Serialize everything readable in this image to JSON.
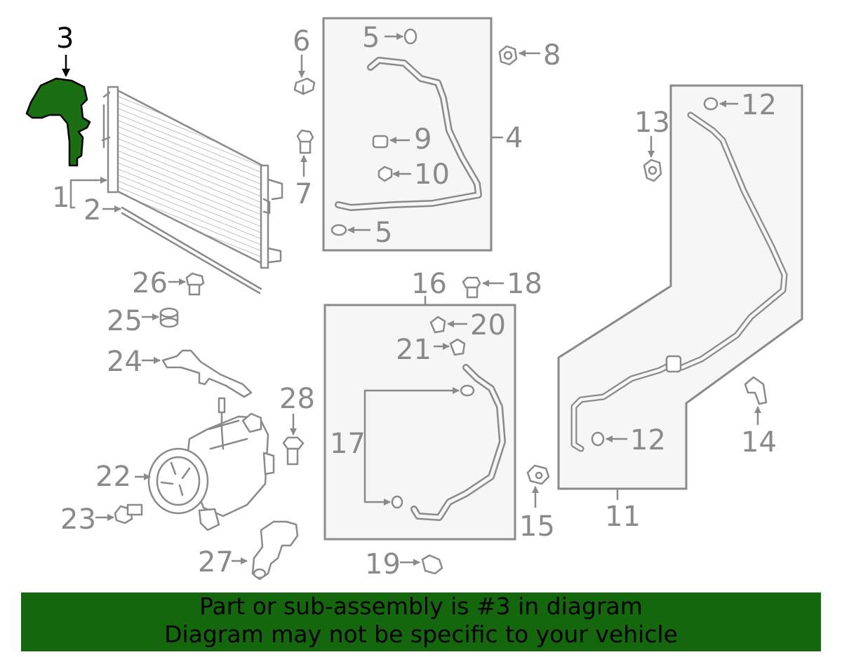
{
  "labels": {
    "p1": "1",
    "p2": "2",
    "p3": "3",
    "p4": "4",
    "p5a": "5",
    "p5b": "5",
    "p6": "6",
    "p7": "7",
    "p8": "8",
    "p9": "9",
    "p10": "10",
    "p11": "11",
    "p12a": "12",
    "p12b": "12",
    "p13": "13",
    "p14": "14",
    "p15": "15",
    "p16": "16",
    "p17": "17",
    "p18": "18",
    "p19": "19",
    "p20": "20",
    "p21": "21",
    "p22": "22",
    "p23": "23",
    "p24": "24",
    "p25": "25",
    "p26": "26",
    "p27": "27",
    "p28": "28"
  },
  "highlighted_part": "3",
  "colors": {
    "highlight": "#1b6e12",
    "banner": "#14670d",
    "line": "#8a8a8a"
  },
  "banner": {
    "line1": "Part or sub-assembly is #3 in diagram",
    "line2": "Diagram may not be specific to your vehicle"
  }
}
